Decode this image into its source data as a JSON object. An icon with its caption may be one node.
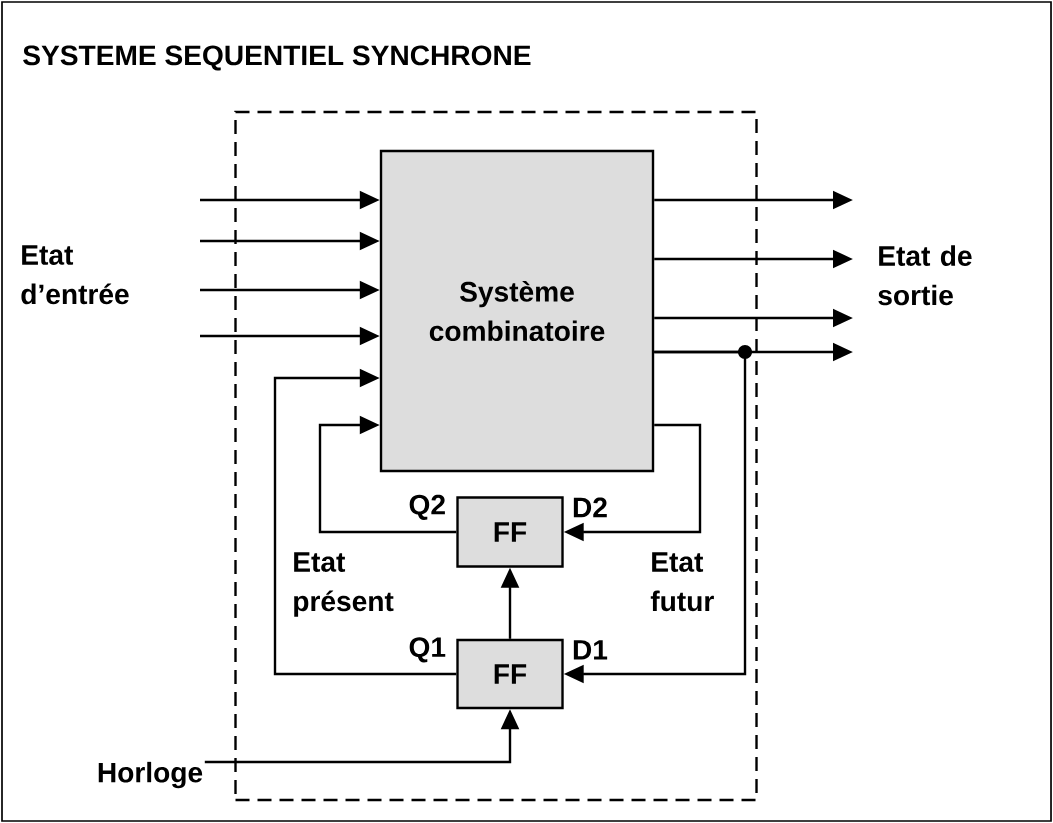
{
  "diagram": {
    "title": "SYSTEME SEQUENTIEL SYNCHRONE",
    "nodes": [
      {
        "text": [],
        "shape": "box"
      },
      {
        "text": [
          "Système combinatoire"
        ],
        "in": 0
      },
      {
        "text": [
          "FF"
        ],
        "in": 0,
        "beside": [
          "Q2",
          "D2"
        ]
      },
      {
        "text": [
          "FF"
        ],
        "in": 0,
        "beside": [
          "Q1",
          "D1"
        ]
      },
      {
        "text": [
          "Horloge"
        ]
      }
    ],
    "edges": [
      {
        "from": null,
        "to": 1,
        "arrow": "to"
      },
      {
        "from": null,
        "to": 1,
        "arrow": "to"
      },
      {
        "from": null,
        "to": 1,
        "arrow": "to"
      },
      {
        "from": null,
        "to": 1,
        "arrow": "to"
      },
      {
        "from": 3,
        "to": 1,
        "arrow": "to"
      },
      {
        "from": 2,
        "to": 1,
        "arrow": "to"
      },
      {
        "from": 1,
        "to": null,
        "arrow": "to"
      },
      {
        "from": 1,
        "to": null,
        "arrow": "to"
      },
      {
        "from": 1,
        "to": null,
        "arrow": "to"
      },
      {
        "from": 1,
        "to": null,
        "arrow": "to"
      },
      {
        "from": 1,
        "to": 2,
        "arrow": "to"
      },
      {
        "from": 1,
        "to": 3,
        "arrow": "to"
      },
      {
        "from": 3,
        "to": 2,
        "arrow": "to"
      },
      {
        "from": 4,
        "to": 3,
        "arrow": "to"
      }
    ],
    "labels": [
      "Etat d’entrée",
      "Etat de sortie",
      "Etat présent",
      "Etat futur"
    ]
  }
}
